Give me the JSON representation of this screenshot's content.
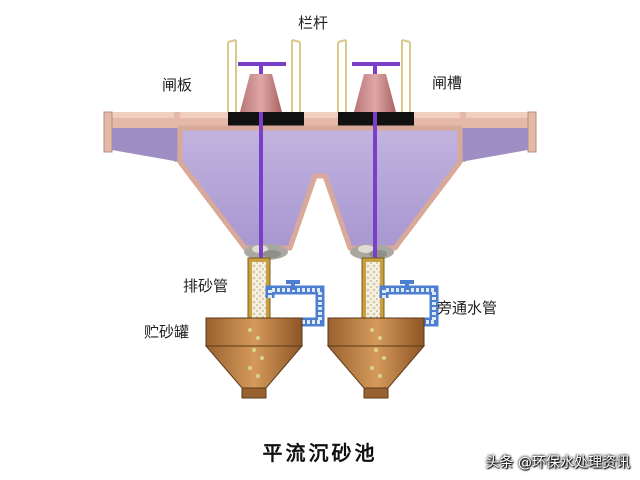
{
  "labels": {
    "railing": "栏杆",
    "gate_plate": "闸板",
    "gate_slot": "闸槽",
    "sand_pipe": "排砂管",
    "bypass_pipe": "旁通水管",
    "sand_tank": "贮砂罐"
  },
  "title": "平流沉砂池",
  "watermark": "头条 @环保水处理资讯",
  "colors": {
    "tank_water": "#b3a3d6",
    "tank_wall": "#e5b9a9",
    "gate_cone": "#cf8f8f",
    "rod": "#7a3fc8",
    "pipe_blue": "#4d7fd1",
    "sand_tank_fill": "#c28140",
    "sand_particles": "#e8e0c0"
  }
}
